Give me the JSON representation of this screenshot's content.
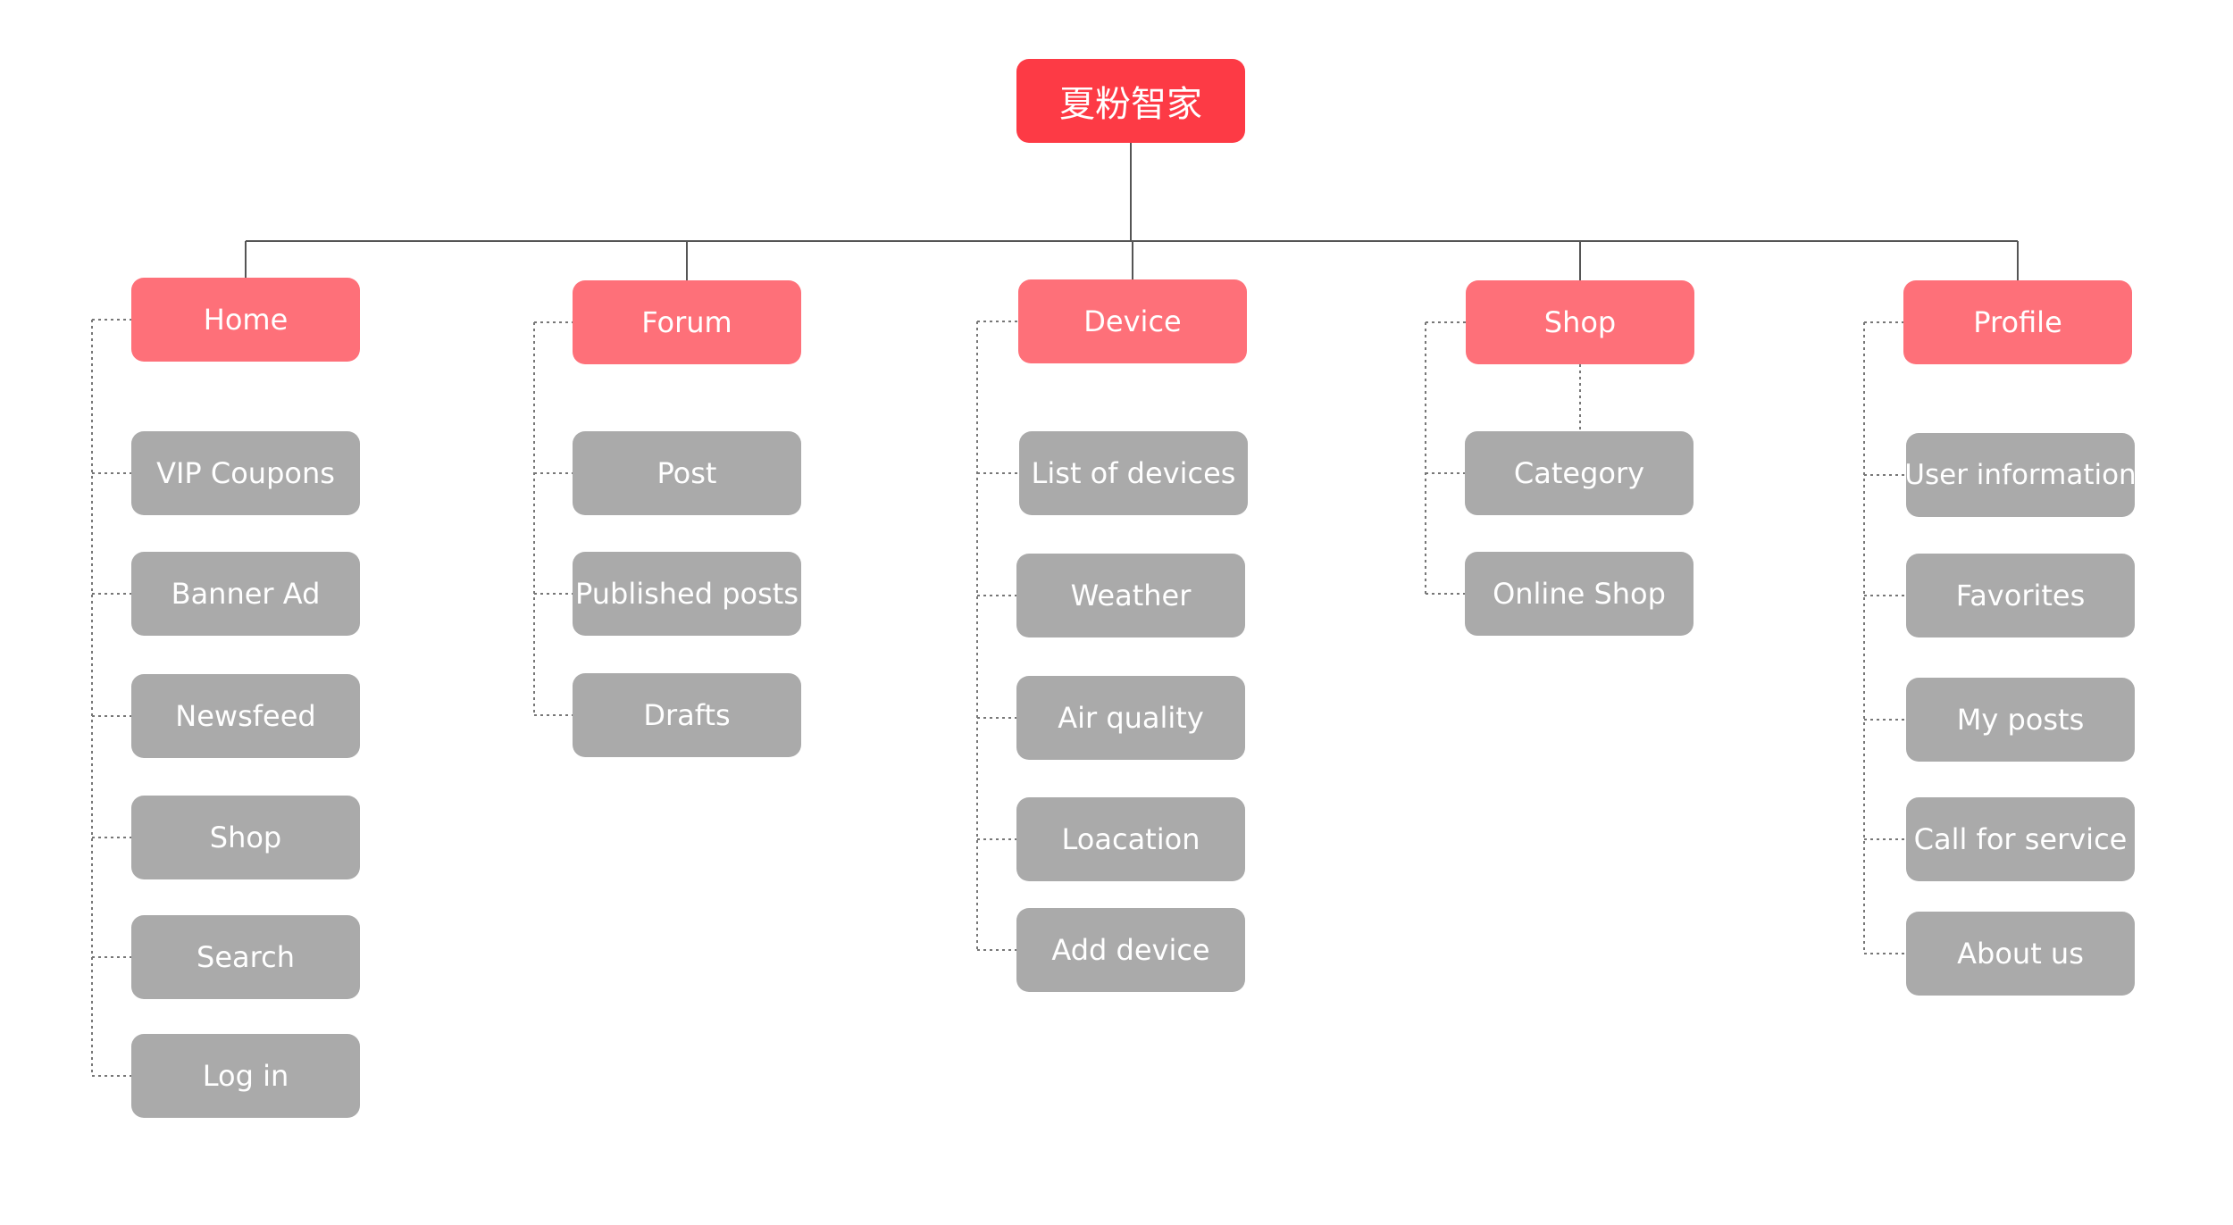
{
  "root": {
    "label": "夏粉智家"
  },
  "colors": {
    "root": "#fd3a45",
    "section": "#fe7079",
    "leaf": "#aaaaaa",
    "solid_line": "#555555",
    "dotted_line": "#777777"
  },
  "sections": [
    {
      "label": "Home",
      "items": [
        {
          "label": "VIP Coupons"
        },
        {
          "label": "Banner Ad"
        },
        {
          "label": "Newsfeed"
        },
        {
          "label": "Shop"
        },
        {
          "label": "Search"
        },
        {
          "label": "Log in"
        }
      ]
    },
    {
      "label": "Forum",
      "items": [
        {
          "label": "Post"
        },
        {
          "label": "Published posts"
        },
        {
          "label": "Drafts"
        }
      ]
    },
    {
      "label": "Device",
      "items": [
        {
          "label": "List of devices"
        },
        {
          "label": "Weather"
        },
        {
          "label": "Air quality"
        },
        {
          "label": "Loacation"
        },
        {
          "label": "Add device"
        }
      ]
    },
    {
      "label": "Shop",
      "items": [
        {
          "label": "Category"
        },
        {
          "label": "Online Shop"
        }
      ]
    },
    {
      "label": "Profile",
      "items": [
        {
          "label": "User information"
        },
        {
          "label": "Favorites"
        },
        {
          "label": "My posts"
        },
        {
          "label": "Call for service"
        },
        {
          "label": "About us"
        }
      ]
    }
  ]
}
